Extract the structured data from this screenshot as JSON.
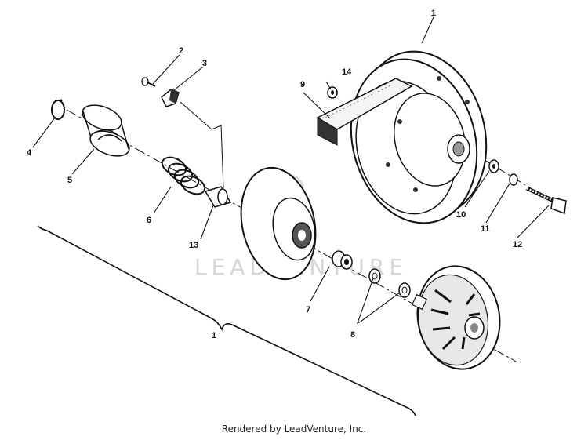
{
  "diagram": {
    "callouts": {
      "c1_top": "1",
      "c1_bottom": "1",
      "c2": "2",
      "c3": "3",
      "c4": "4",
      "c5": "5",
      "c6": "6",
      "c7": "7",
      "c8": "8",
      "c9": "9",
      "c10": "10",
      "c11": "11",
      "c12": "12",
      "c13": "13",
      "c14": "14"
    },
    "watermark": "LEADVENTURE"
  },
  "footer": {
    "text": "Rendered by LeadVenture, Inc."
  }
}
